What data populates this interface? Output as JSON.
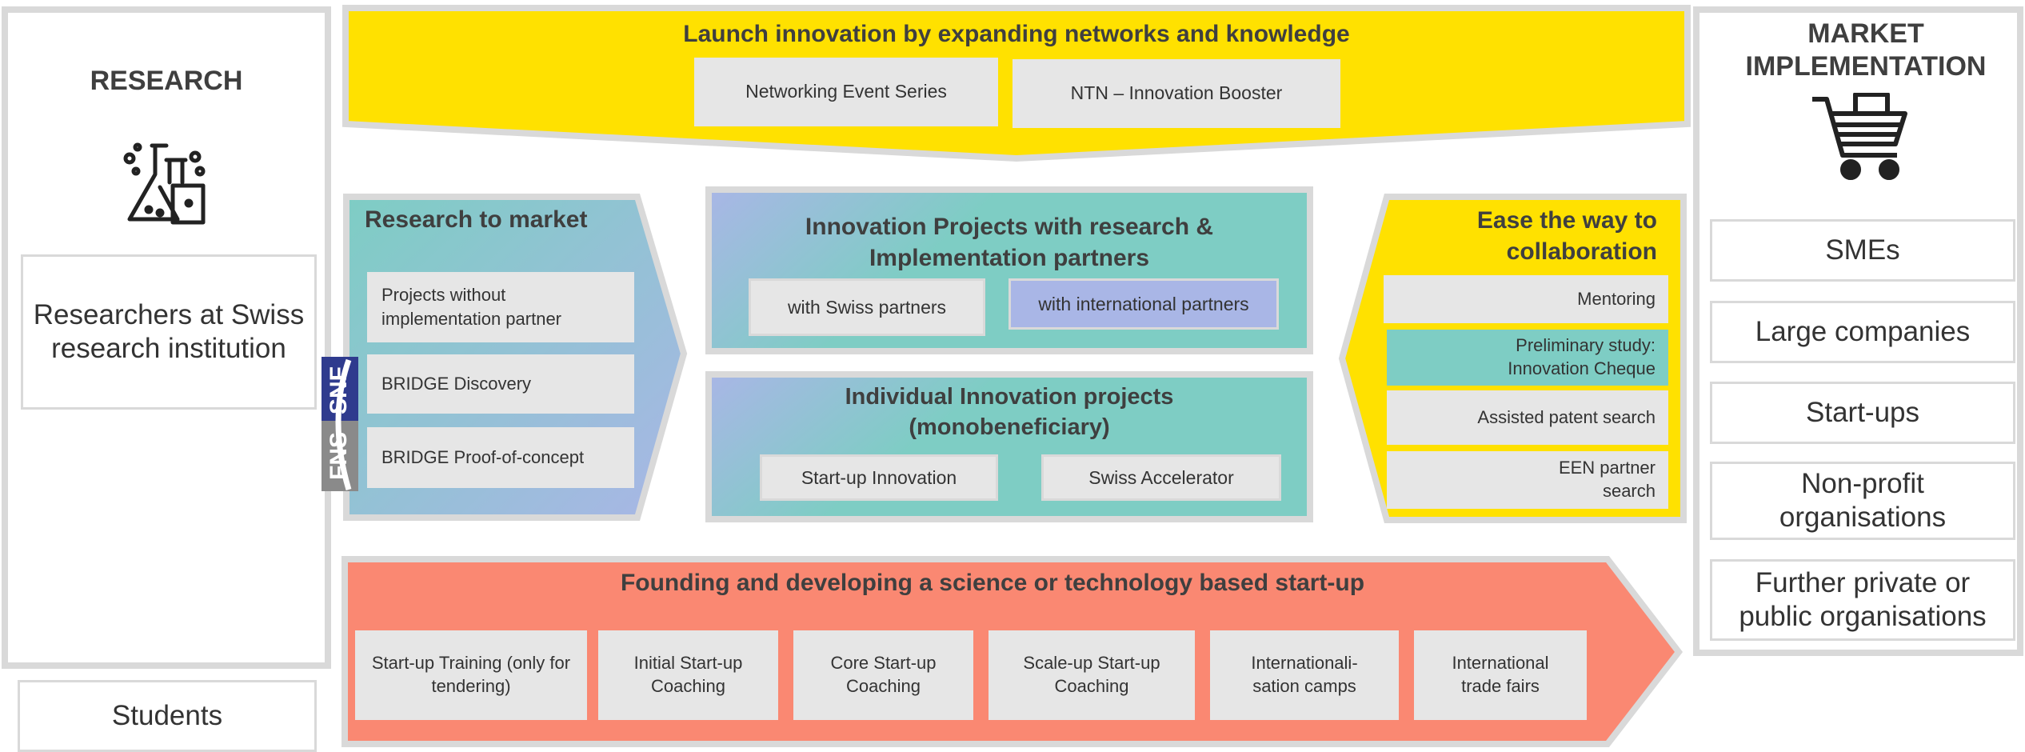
{
  "research": {
    "title": "RESEARCH",
    "icon": "lab-flask-icon",
    "researchers": "Researchers at Swiss research institution",
    "students": "Students"
  },
  "market": {
    "title": "MARKET IMPLEMENTATION",
    "icon": "shopping-cart-icon",
    "items": [
      "SMEs",
      "Large companies",
      "Start-ups",
      "Non-profit organisations",
      "Further private or public organisations"
    ]
  },
  "launch": {
    "title": "Launch innovation by expanding networks and knowledge",
    "items": [
      "Networking Event Series",
      "NTN – Innovation Booster"
    ]
  },
  "research_to_market": {
    "title": "Research to market",
    "items": [
      "Projects without implementation partner",
      "BRIDGE Discovery",
      "BRIDGE Proof-of-concept"
    ],
    "logo_text": "FNSNF"
  },
  "innovation_projects": {
    "title": "Innovation Projects with research & Implementation partners",
    "items": [
      "with Swiss partners",
      "with international partners"
    ]
  },
  "individual_projects": {
    "title": "Individual Innovation projects (monobeneficiary)",
    "items": [
      "Start-up Innovation",
      "Swiss Accelerator"
    ]
  },
  "ease": {
    "title": "Ease the way to collaboration",
    "items": [
      "Mentoring",
      "Preliminary study: Innovation Cheque",
      "Assisted patent search",
      "EEN partner search"
    ]
  },
  "founding": {
    "title": "Founding and developing a science or technology based start-up",
    "items": [
      "Start-up Training (only for tendering)",
      "Initial Start-up Coaching",
      "Core Start-up Coaching",
      "Scale-up Start-up Coaching",
      "Internationali-sation camps",
      "International trade fairs"
    ]
  },
  "colors": {
    "yellow": "#ffe100",
    "teal": "#7ecdc4",
    "lavender": "#a9b6e6",
    "salmon": "#fa8872",
    "grey_box": "#e6e6e6",
    "border": "#d9d9d9",
    "fns_blue": "#2f3b8e"
  }
}
